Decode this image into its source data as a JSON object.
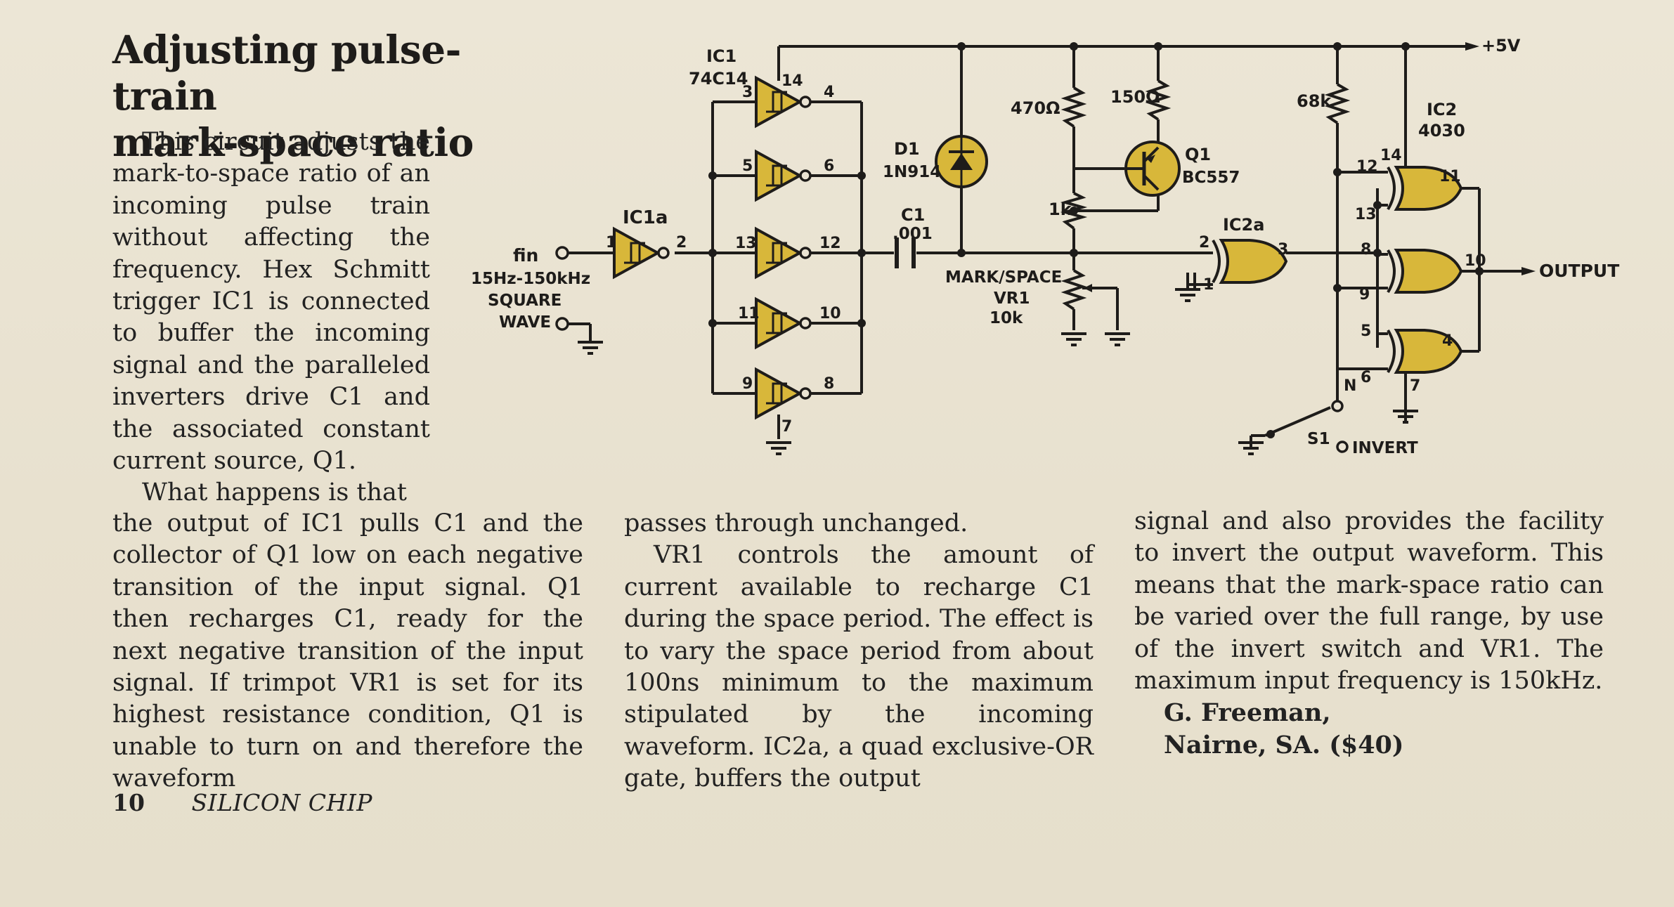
{
  "article": {
    "title_line1": "Adjusting pulse-train",
    "title_line2": "mark-space ratio",
    "intro": "This circuit adjusts the mark-to-space ratio of an incoming pulse train without affecting the frequency. Hex Schmitt trigger IC1 is connected to buffer the incoming signal and the paralleled inverters drive C1 and the associated constant current source, Q1.",
    "para2_start": "What happens is that",
    "col1": "the output of IC1 pulls C1 and the collector of Q1 low on each negative transition of the input signal. Q1 then recharges C1, ready for the next negative transition of the input signal. If trimpot VR1 is set for its highest resistance condition, Q1 is unable to turn on and therefore the waveform",
    "col2_cont": "passes through unchanged.",
    "col2_para": "VR1 controls the amount of current available to recharge C1 during the space period. The effect is to vary the space period from about 100ns minimum to the maximum stipulated by the incoming waveform. IC2a, a quad exclusive-OR gate, buffers the output",
    "col3": "signal and also provides the facility to invert the output waveform. This means that the mark-space ratio can be varied over the full range, by use of the invert switch and VR1. The maximum input frequency is 150kHz.",
    "signature_name": "G. Freeman,",
    "signature_place": "Nairne, SA. ($40)"
  },
  "footer": {
    "page_number": "10",
    "publication": "SILICON CHIP"
  },
  "schematic": {
    "ic1_name": "IC1",
    "ic1_part": "74C14",
    "ic1a_name": "IC1a",
    "input_label": "fin",
    "input_freq": "15Hz-150kHz",
    "input_wave1": "SQUARE",
    "input_wave2": "WAVE",
    "pins": {
      "p1": "1",
      "p2": "2",
      "p3": "3",
      "p4": "4",
      "p5": "5",
      "p6": "6",
      "p7": "7",
      "p8": "8",
      "p9": "9",
      "p10": "10",
      "p11": "11",
      "p12": "12",
      "p13": "13",
      "p14": "14"
    },
    "gate_pins": {
      "g2": "2",
      "g1": "1",
      "g3": "3",
      "g12": "12",
      "g13": "13",
      "g14": "14",
      "g11": "11",
      "g8": "8",
      "g9": "9",
      "g10": "10",
      "g5": "5",
      "g6": "6",
      "g4": "4",
      "g7": "7"
    },
    "d1_name": "D1",
    "d1_part": "1N914",
    "c1_name": "C1",
    "c1_value": ".001",
    "r_470": "470Ω",
    "r_150": "150Ω",
    "r_1k": "1k",
    "r_68k": "68k",
    "q1_name": "Q1",
    "q1_part": "BC557",
    "vr1_label1": "MARK/SPACE",
    "vr1_label2": "VR1",
    "vr1_label3": "10k",
    "ic2a_name": "IC2a",
    "ic2_name": "IC2",
    "ic2_part": "4030",
    "supply": "+5V",
    "output": "OUTPUT",
    "s1_name": "S1",
    "s1_n": "N",
    "s1_invert": "INVERT"
  },
  "colors": {
    "paper": "#eae3d2",
    "ink": "#1e1c1a",
    "component_fill": "#d8b73a"
  }
}
